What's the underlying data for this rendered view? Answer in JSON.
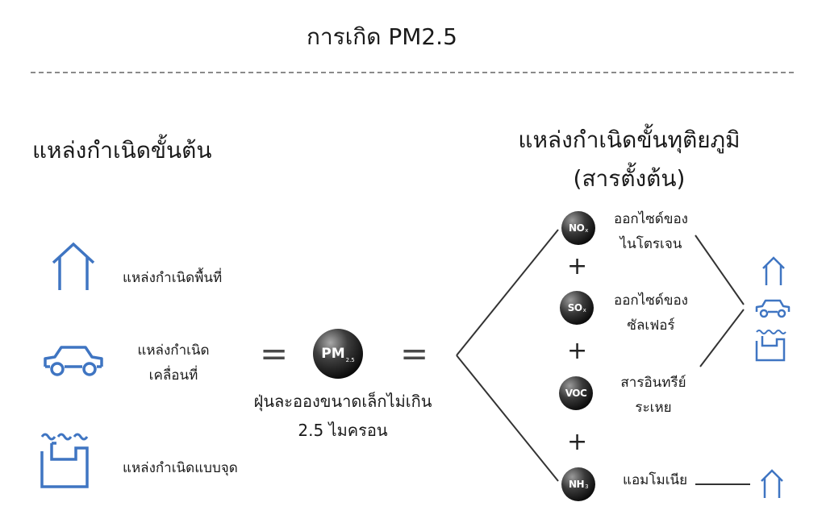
{
  "title": "การเกิด PM2.5",
  "primary": {
    "heading": "แหล่งกำเนิดขั้นต้น",
    "sources": [
      {
        "label": "แหล่งกำเนิดพื้นที่"
      },
      {
        "label_line1": "แหล่งกำเนิด",
        "label_line2": "เคลื่อนที่"
      },
      {
        "label": "แหล่งกำเนิดแบบจุด"
      }
    ]
  },
  "center": {
    "equals": "=",
    "pm_main": "PM",
    "pm_sub": "2.5",
    "desc_line1": "ฝุ่นละอองขนาดเล็กไม่เกิน",
    "desc_line2": "2.5 ไมครอน"
  },
  "secondary": {
    "heading_line1": "แหล่งกำเนิดขั้นทุติยภูมิ",
    "heading_line2": "(สารตั้งต้น)",
    "plus": "+",
    "precursors": [
      {
        "symbol": "NO",
        "sub": "x",
        "name_line1": "ออกไซด์ของ",
        "name_line2": "ไนโตรเจน"
      },
      {
        "symbol": "SO",
        "sub": "x",
        "name_line1": "ออกไซด์ของ",
        "name_line2": "ซัลเฟอร์"
      },
      {
        "symbol": "VOC",
        "sub": "",
        "name_line1": "สารอินทรีย์",
        "name_line2": "ระเหย"
      },
      {
        "symbol": "NH",
        "sub": "3",
        "name_line1": "แอมโมเนีย"
      }
    ]
  },
  "colors": {
    "icon": "#3f75c2",
    "ball": "#0d0d0d",
    "divider": "#8a8a8a",
    "line": "#333333"
  },
  "icons": [
    "house-icon",
    "car-icon",
    "factory-icon"
  ]
}
